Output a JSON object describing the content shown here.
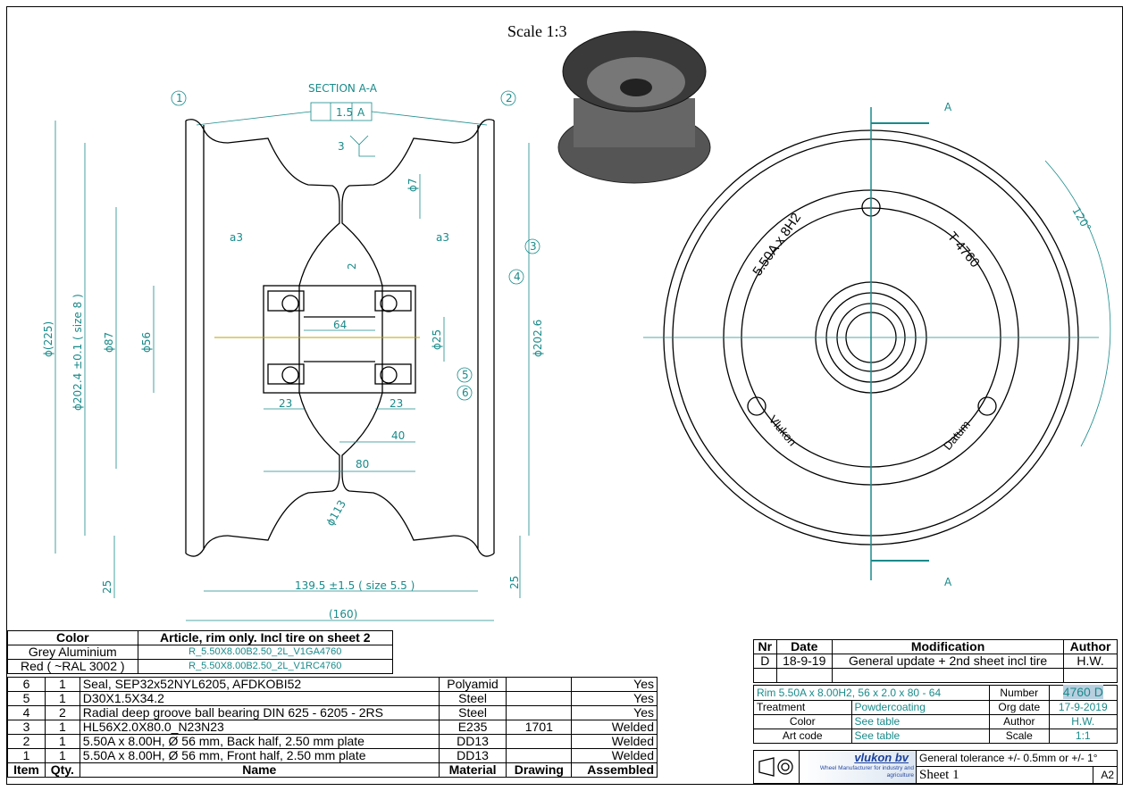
{
  "drawing": {
    "scale_label": "Scale 1:3",
    "section_title": "SECTION A-A",
    "tolerance_frame": [
      "1.5",
      "A"
    ],
    "weld_symbol": "3",
    "weld_a3_left": "a3",
    "weld_a3_right": "a3",
    "dims": {
      "d7": "ϕ7",
      "t2": "2",
      "len64": "64",
      "d25": "ϕ25",
      "d225": "ϕ(225)",
      "d2024": "ϕ202.4 ±0.1 ( size 8 )",
      "d87": "ϕ87",
      "d56": "ϕ56",
      "d2026": "ϕ202.6",
      "l23a": "23",
      "l23b": "23",
      "l40": "40",
      "l80": "80",
      "d113": "ϕ113",
      "w1395": "139.5 ±1.5 ( size 5.5 )",
      "w160": "(160)",
      "h25a": "25",
      "h25b": "25"
    },
    "balloons": [
      "1",
      "2",
      "3",
      "4",
      "5",
      "6"
    ],
    "front_view": {
      "cut_top": "A",
      "cut_bottom": "A",
      "rim_mark": "5.50A x 8H2",
      "t_mark": "T 4760",
      "angle": "120°",
      "brand_mark": "Vlukon",
      "datum": "Datum"
    }
  },
  "color_table": {
    "headers": [
      "Color",
      "Article, rim only. Incl tire on sheet 2"
    ],
    "rows": [
      [
        "Grey Aluminium",
        "R_5.50X8.00B2.50_2L_V1GA4760"
      ],
      [
        "Red ( ~RAL 3002 )",
        "R_5.50X8.00B2.50_2L_V1RC4760"
      ]
    ]
  },
  "bom": {
    "headers": [
      "Item",
      "Qty.",
      "Name",
      "Material",
      "Drawing",
      "Assembled"
    ],
    "rows": [
      [
        "6",
        "1",
        "Seal, SEP32x52NYL6205, AFDKOBI52",
        "Polyamid",
        "",
        "Yes"
      ],
      [
        "5",
        "1",
        "D30X1.5X34.2",
        "Steel",
        "",
        "Yes"
      ],
      [
        "4",
        "2",
        "Radial deep groove ball bearing DIN 625 - 6205 - 2RS",
        "Steel",
        "",
        "Yes"
      ],
      [
        "3",
        "1",
        "HL56X2.0X80.0_N23N23",
        "E235",
        "1701",
        "Welded"
      ],
      [
        "2",
        "1",
        "5.50A x 8.00H,  Ø 56 mm, Back half, 2.50 mm plate",
        "DD13",
        "",
        "Welded"
      ],
      [
        "1",
        "1",
        "5.50A x 8.00H,  Ø 56 mm, Front half, 2.50 mm plate",
        "DD13",
        "",
        "Welded"
      ]
    ]
  },
  "revisions": {
    "headers": [
      "Nr",
      "Date",
      "Modification",
      "Author"
    ],
    "rows": [
      [
        "D",
        "18-9-19",
        "General update + 2nd sheet incl tire",
        "H.W."
      ]
    ]
  },
  "title_block": {
    "description": "Rim 5.50A x 8.00H2,  56 x 2.0 x 80 - 64",
    "number_label": "Number",
    "number": "4760 D",
    "treatment_label": "Treatment",
    "treatment": "Powdercoating",
    "org_date_label": "Org date",
    "org_date": "17-9-2019",
    "color_label": "Color",
    "color": "See table",
    "author_label": "Author",
    "author": "H.W.",
    "art_code_label": "Art code",
    "art_code": "See table",
    "scale_label": "Scale",
    "scale": "1:1",
    "company": "vlukon bv",
    "company_tagline": "Wheel Manufacturer for industry and agriculture",
    "tolerance": "General tolerance +/- 0.5mm or +/- 1°",
    "sheet": "Sheet 1",
    "size": "A2"
  }
}
